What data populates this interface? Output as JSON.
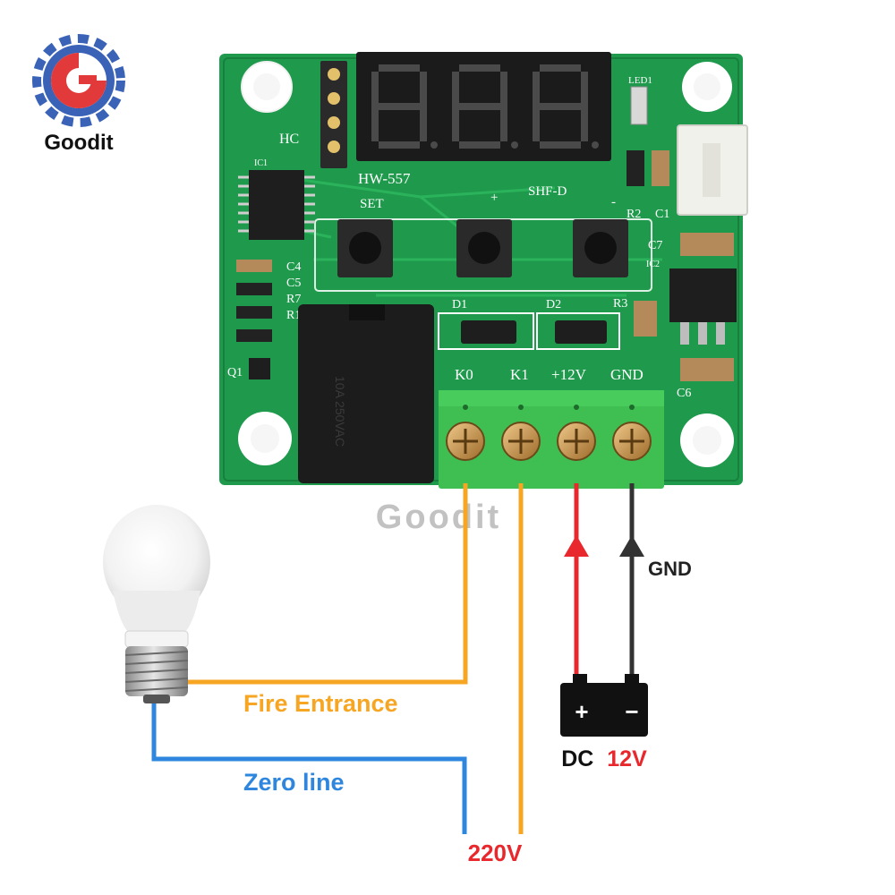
{
  "brand": {
    "logo_text": "Goodit",
    "watermark": "Goodit"
  },
  "board": {
    "model_label": "HW-557",
    "set_label": "SET",
    "button_labels": [
      "+",
      "SHF-D",
      "-"
    ],
    "header_label": "HC",
    "led_label": "LED1",
    "terminal_labels": [
      "K0",
      "K1",
      "+12V",
      "GND"
    ],
    "component_labels": {
      "ic1": "IC1",
      "ic2": "IC2",
      "d1": "D1",
      "d2": "D2",
      "r1": "R1",
      "r2": "R2",
      "r3": "R3",
      "r7": "R7",
      "c1": "C1",
      "c4": "C4",
      "c5": "C5",
      "c6": "C6",
      "c7": "C7",
      "q1": "Q1"
    },
    "relay_text": "10A 250VAC"
  },
  "labels": {
    "fire_entrance": "Fire Entrance",
    "zero_line": "Zero line",
    "ac_voltage": "220V",
    "gnd": "GND",
    "dc_prefix": "DC",
    "dc_voltage": "12V",
    "plus": "+",
    "minus": "−"
  },
  "colors": {
    "live_wire": "#f6a623",
    "neutral_wire": "#2e86de",
    "positive_wire": "#e8282c",
    "ground_wire": "#333333",
    "pcb": "#1f9a4c",
    "terminal_block": "#3fbf52",
    "ac_label": "#e8282c",
    "dc_label": "#e8282c"
  }
}
